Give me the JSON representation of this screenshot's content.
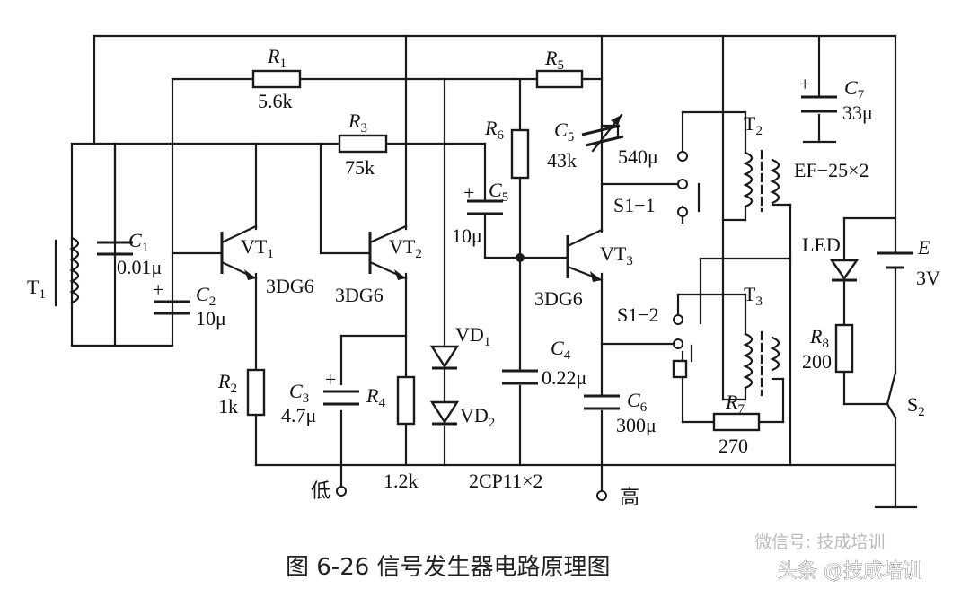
{
  "labels": {
    "R1": "R",
    "R1_sub": "1",
    "R1_val": "5.6k",
    "R2": "R",
    "R2_sub": "2",
    "R2_val": "1k",
    "R3": "R",
    "R3_sub": "3",
    "R3_val": "75k",
    "R4": "R",
    "R4_sub": "4",
    "R4_val": "1.2k",
    "R5": "R",
    "R5_sub": "5",
    "R6": "R",
    "R6_sub": "6",
    "R6_val": "43k",
    "R7": "R",
    "R7_sub": "7",
    "R7_val": "270",
    "R8": "R",
    "R8_sub": "8",
    "R8_val": "200",
    "C1": "C",
    "C1_sub": "1",
    "C1_val": "0.01μ",
    "C2": "C",
    "C2_sub": "2",
    "C2_val": "10μ",
    "C3": "C",
    "C3_sub": "3",
    "C3_val": "4.7μ",
    "C4": "C",
    "C4_sub": "4",
    "C4_val": "0.22μ",
    "C5a": "C",
    "C5a_sub": "5",
    "C5a_val": "10μ",
    "C5b": "C",
    "C5b_sub": "5",
    "C5b_val": "540μ",
    "C6": "C",
    "C6_sub": "6",
    "C6_val": "300μ",
    "C7": "C",
    "C7_sub": "7",
    "C7_val": "33μ",
    "VT1": "VT",
    "VT1_sub": "1",
    "VT1_type": "3DG6",
    "VT2": "VT",
    "VT2_sub": "2",
    "VT2_type": "3DG6",
    "VT3": "VT",
    "VT3_sub": "3",
    "VT3_type": "3DG6",
    "VD1": "VD",
    "VD1_sub": "1",
    "VD2": "VD",
    "VD2_sub": "2",
    "VD_type": "2CP11×2",
    "T1": "T",
    "T1_sub": "1",
    "T2": "T",
    "T2_sub": "2",
    "T3": "T",
    "T3_sub": "3",
    "core": "EF−25×2",
    "S11": "S1−1",
    "S12": "S1−2",
    "S2": "S",
    "S2_sub": "2",
    "E": "E",
    "E_val": "3V",
    "LED": "LED",
    "low": "低",
    "high": "高",
    "plus": "+"
  },
  "caption": "图 6-26    信号发生器电路原理图",
  "watermark": {
    "top": "微信号: 技成培训",
    "bottom": "头条 @技成培训"
  }
}
